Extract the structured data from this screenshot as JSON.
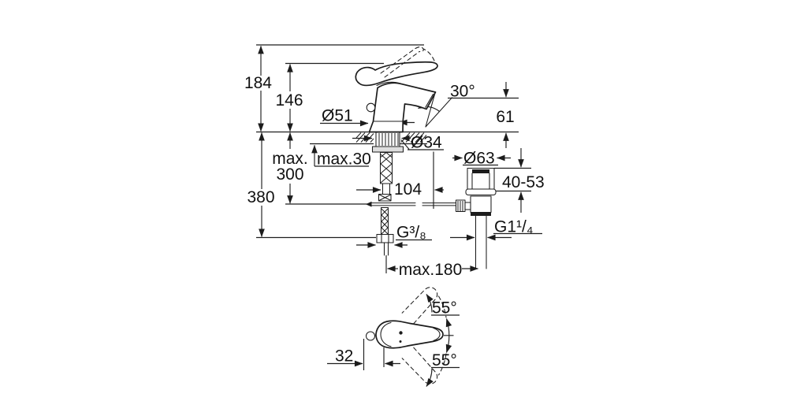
{
  "drawing": {
    "type": "technical-dimension-diagram",
    "subject": "single-lever basin mixer with pop-up waste",
    "colors": {
      "background": "#ffffff",
      "line": "#1c1c1c",
      "dimension": "#1f1f1f",
      "text": "#111111"
    },
    "front_view": {
      "height_total": "184",
      "height_to_lever": "146",
      "body_diameter": "Ø51",
      "spout_angle": "30°",
      "spout_height": "61",
      "deck_thickness_max": "max.30",
      "hole_diameter": "Ø34",
      "depth_max_line1": "max.",
      "depth_max_line2": "300",
      "overall_depth": "380",
      "spout_reach": "104",
      "waste_flange_diameter": "Ø63",
      "waste_adjustment_range": "40-53",
      "supply_thread": "G³/₈",
      "waste_thread": "G1¹/₄",
      "rod_length_max": "max.180"
    },
    "top_view": {
      "swing_angle_upper": "55°",
      "swing_angle_lower": "55°",
      "handle_offset": "32"
    }
  }
}
